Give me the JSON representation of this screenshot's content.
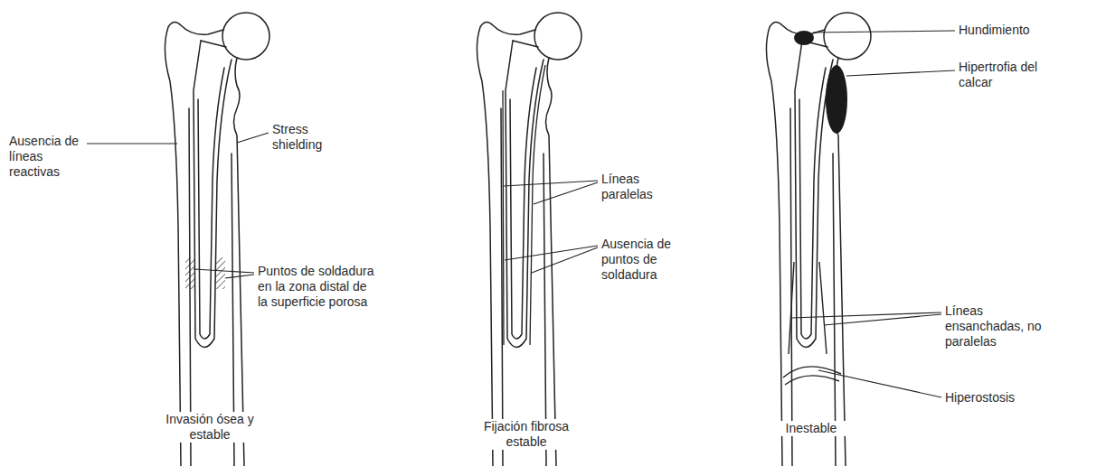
{
  "diagram": {
    "labels": [
      "Ausencia de líneas reactivas",
      "Stress shielding",
      "Puntos de soldadura en la zona distal de la superficie porosa",
      "Invasión ósea y estable",
      "Líneas paralelas",
      "Ausencia de puntos de soldadura",
      "Fijación fibrosa estable",
      "Hundimiento",
      "Hipertrofia del calcar",
      "Líneas ensanchadas, no paralelas",
      "Hiperostosis",
      "Inestable"
    ]
  }
}
